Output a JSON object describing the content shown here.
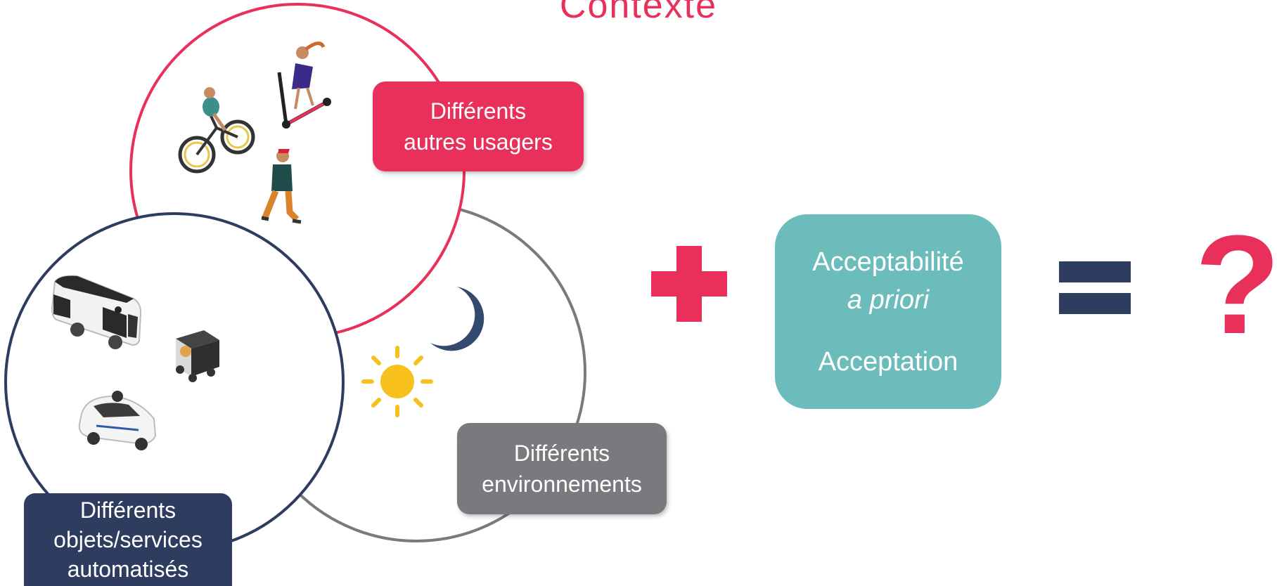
{
  "title": "Contexte",
  "labels": {
    "users": [
      "Différents",
      "autres usagers"
    ],
    "environments": [
      "Différents",
      "environnements"
    ],
    "objects": [
      "Différents",
      "objets/services",
      "automatisés"
    ]
  },
  "acceptance_box": {
    "line1": "Acceptabilité",
    "line2": "a priori",
    "line3": "Acceptation"
  },
  "question_mark": "?",
  "icons": {
    "users_circle": [
      "cyclist-icon",
      "scooter-rider-icon",
      "pedestrian-icon"
    ],
    "environment_circle": [
      "moon-icon",
      "sun-icon"
    ],
    "objects_circle": [
      "autonomous-shuttle-icon",
      "delivery-robot-icon",
      "autonomous-car-icon"
    ],
    "operators": [
      "plus-icon",
      "equals-icon"
    ]
  },
  "colors": {
    "title": "#e8305a",
    "users": "#e8305a",
    "environments": "#7a7a7e",
    "objects": "#2e3d5f",
    "acceptance": "#6dbcbc",
    "plus": "#e8305a",
    "equals": "#2e3d5f",
    "question": "#e8305a",
    "moon": "#344970",
    "sun": "#f7c01c"
  }
}
